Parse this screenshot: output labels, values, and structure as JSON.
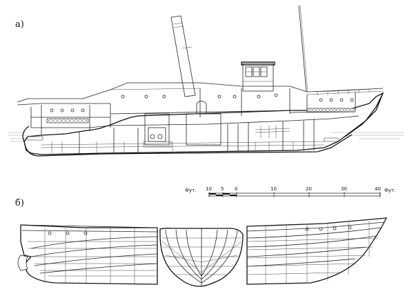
{
  "panels": {
    "a_label": "а)",
    "b_label": "б)"
  },
  "scale": {
    "unit_left": "Фут.",
    "unit_right": "Фут.",
    "ticks": [
      "10",
      "5",
      "0",
      "10",
      "20",
      "30",
      "40"
    ]
  }
}
